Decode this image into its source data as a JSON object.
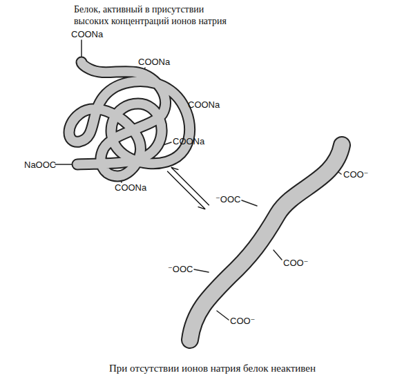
{
  "diagram": {
    "nodes": [
      {
        "text": [
          "Белок, активный в присутствии высоких концентраций ионов натрия"
        ]
      },
      {
        "text": [
          "При отсутствии ионов натрия белок неактивен"
        ]
      }
    ],
    "edges": [
      {
        "from": 0,
        "to": 1,
        "arrow": "both"
      }
    ],
    "labels": [
      "COONa",
      "COONa",
      "COONa",
      "COONa",
      "NaOOC",
      "COONa",
      "⁻OOC",
      "COO⁻",
      "⁻OOC",
      "COO⁻",
      "COO⁻"
    ]
  }
}
